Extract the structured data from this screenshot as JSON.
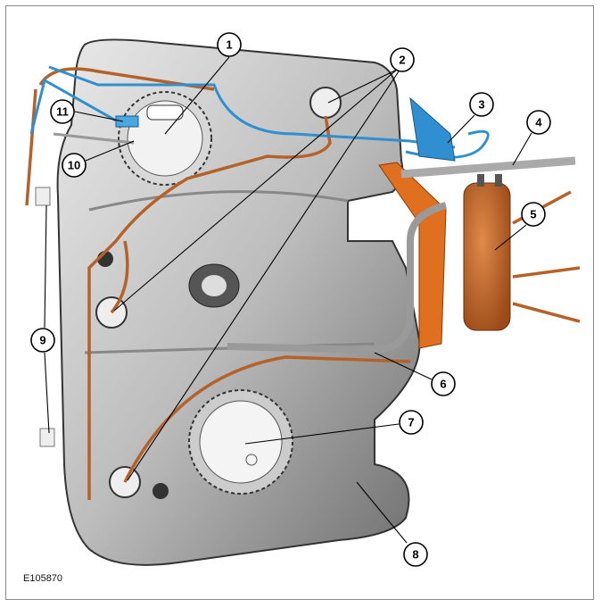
{
  "figure_reference": "E105870",
  "callouts": [
    "1",
    "2",
    "3",
    "4",
    "5",
    "6",
    "7",
    "8",
    "9",
    "10",
    "11"
  ],
  "colors": {
    "tank": "#9a9a9a",
    "fuel_line": "#b5622a",
    "vapor_line": "#2f8fd0",
    "canister": "#c8692c",
    "bracket": "#e07020"
  }
}
